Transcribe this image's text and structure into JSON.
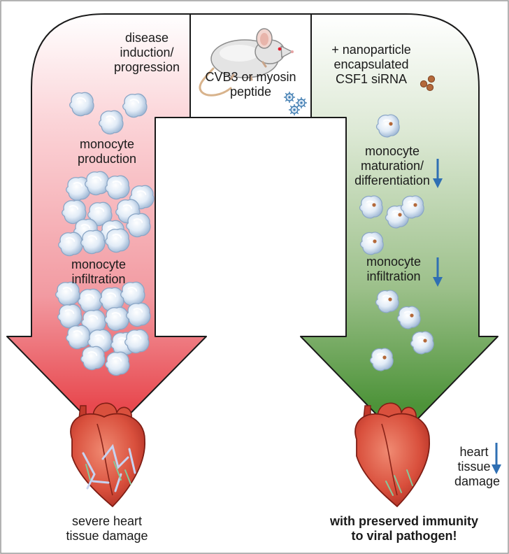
{
  "center": {
    "mouse": [
      "CVB3 or myosin",
      "peptide"
    ]
  },
  "left": {
    "induction": [
      "disease",
      "induction/",
      "progression"
    ],
    "production": [
      "monocyte",
      "production"
    ],
    "infiltration": [
      "monocyte",
      "infiltration"
    ],
    "outcome": [
      "severe heart",
      "tissue damage"
    ]
  },
  "right": {
    "treatment": [
      "+ nanoparticle",
      "encapsulated",
      "CSF1 siRNA"
    ],
    "maturation": [
      "monocyte",
      "maturation/",
      "differentiation"
    ],
    "infiltration": [
      "monocyte",
      "infiltration"
    ],
    "heart_label": [
      "heart",
      "tissue",
      "damage"
    ],
    "outcome": [
      "with preserved immunity",
      "to viral pathogen!"
    ]
  },
  "colors": {
    "disease_arrow": "#e8494f",
    "treatment_arrow": "#4d9339",
    "decrease_arrow": "#2f6fb3",
    "nanoparticle": "#b4693a"
  }
}
